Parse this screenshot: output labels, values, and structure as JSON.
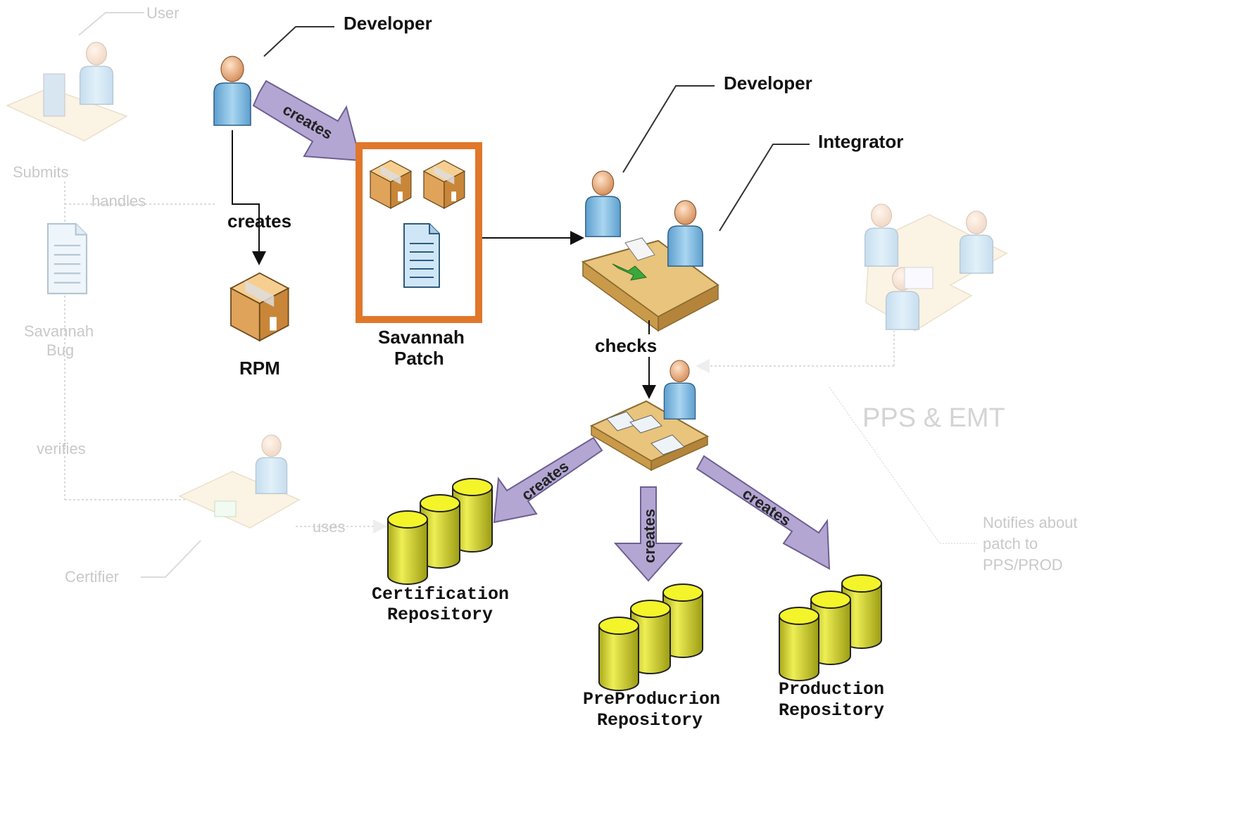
{
  "labels": {
    "developer_top": "Developer",
    "developer_right": "Developer",
    "integrator": "Integrator",
    "rpm": "RPM",
    "savannah_patch_line1": "Savannah",
    "savannah_patch_line2": "Patch",
    "checks": "checks",
    "creates_mid": "creates",
    "cert_repo_line1": "Certification",
    "cert_repo_line2": "Repository",
    "preprod_repo_line1": "PreProducrion",
    "preprod_repo_line2": "Repository",
    "prod_repo_line1": "Production",
    "prod_repo_line2": "Repository"
  },
  "arrow_labels": {
    "creates_patch": "creates",
    "creates_cert": "creates",
    "creates_preprod": "creates",
    "creates_prod": "creates"
  },
  "faded_labels": {
    "user": "User",
    "submits": "Submits",
    "handles": "handles",
    "savannah_bug_line1": "Savannah",
    "savannah_bug_line2": "Bug",
    "verifies": "verifies",
    "uses": "uses",
    "certifier": "Certifier",
    "pps_emt": "PPS & EMT",
    "notifies_line1": "Notifies about",
    "notifies_line2": "patch to",
    "notifies_line3": "PPS/PROD"
  },
  "colors": {
    "arrow_fill": "#b3a6d3",
    "arrow_stroke": "#6e5f93",
    "patch_border": "#e0772b",
    "cylinder_top": "#f2f230",
    "cylinder_body": "#d8d829",
    "box_fill": "#e9b36b",
    "skin": "#f1b98f",
    "shirt": "#8fc3e6",
    "desk": "#e8c47c"
  }
}
